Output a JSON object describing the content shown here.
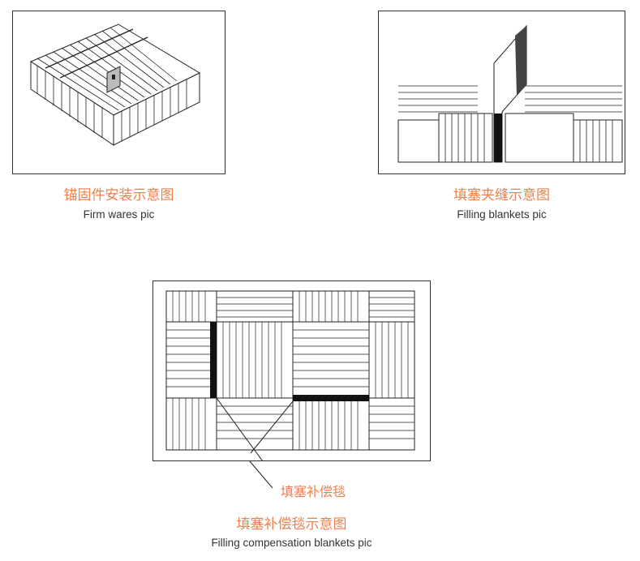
{
  "accent_color": "#ee7f4b",
  "figures": [
    {
      "caption_cn": "锚固件安装示意图",
      "caption_en": "Firm wares pic"
    },
    {
      "caption_cn": "填塞夹缝示意图",
      "caption_en": "Filling blankets pic"
    },
    {
      "caption_cn": "填塞补偿毯示意图",
      "caption_en": "Filling compensation blankets pic",
      "callout": "填塞补偿毯"
    }
  ]
}
